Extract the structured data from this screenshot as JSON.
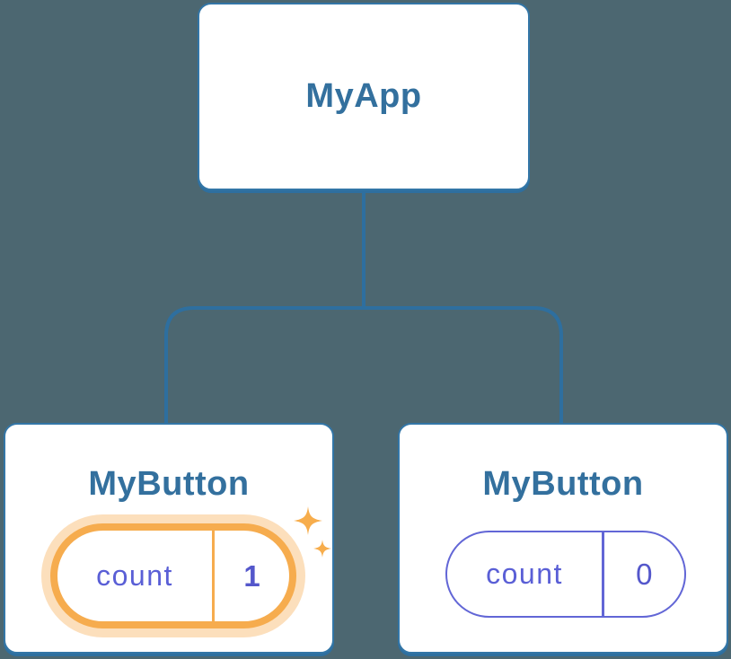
{
  "diagram": {
    "description": "React component tree showing isolated state",
    "root": {
      "label": "MyApp"
    },
    "children": [
      {
        "label": "MyButton",
        "state_key": "count",
        "state_value": "1",
        "highlighted": true
      },
      {
        "label": "MyButton",
        "state_key": "count",
        "state_value": "0",
        "highlighted": false
      }
    ]
  },
  "icons": {
    "sparkle_large": "sparkle-icon",
    "sparkle_small": "sparkle-icon"
  },
  "colors": {
    "bg": "#4C6771",
    "card-bg": "#FFFFFF",
    "stroke-blue": "#3376A7",
    "line-blue": "#2E6F9F",
    "title-blue": "#33709E",
    "key-purple": "#5A5FD6",
    "value-purple": "#5457CB",
    "pill-purple": "#6266D6",
    "orange": "#F6AC4E",
    "sparkle-orange": "#F7AD4C"
  }
}
